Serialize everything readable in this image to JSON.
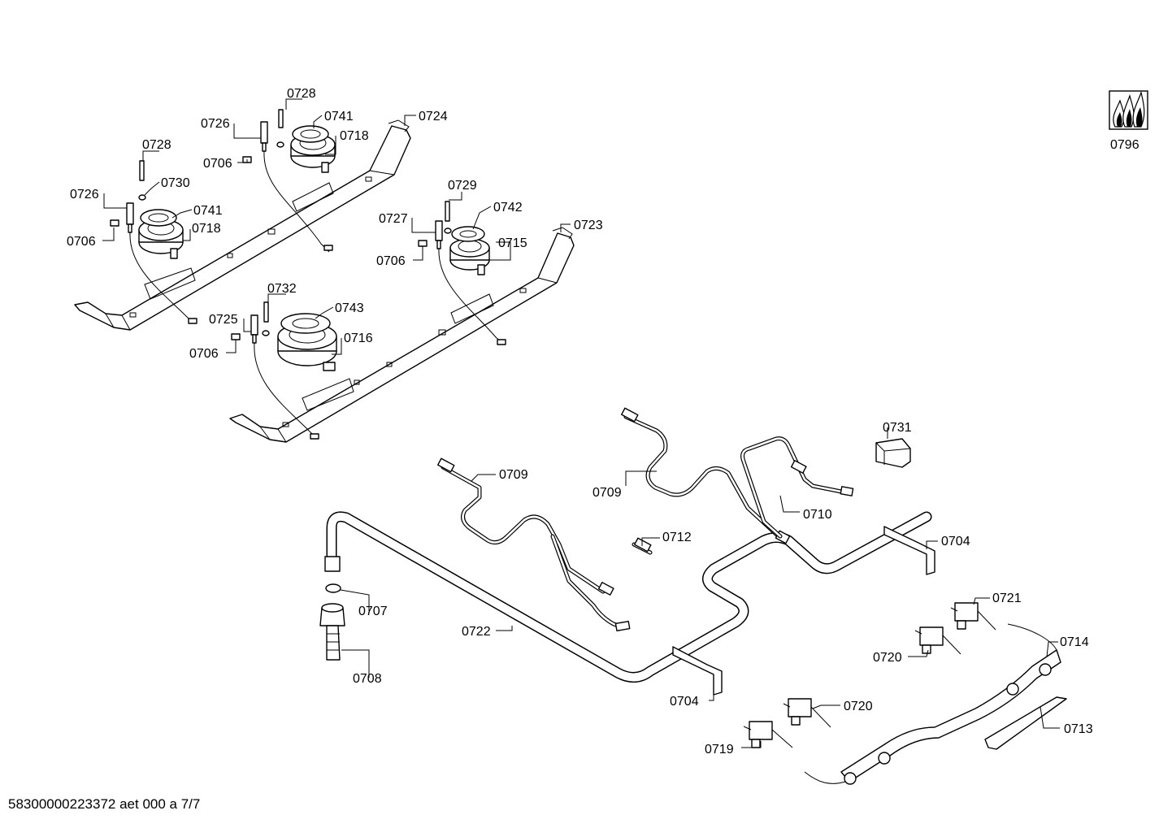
{
  "labels": {
    "l0728a": "0728",
    "l0741a": "0741",
    "l0726a": "0726",
    "l0718a": "0718",
    "l0724": "0724",
    "l0706a": "0706",
    "l0728b": "0728",
    "l0730": "0730",
    "l0726b": "0726",
    "l0741b": "0741",
    "l0718b": "0718",
    "l0706b": "0706",
    "l0729": "0729",
    "l0742": "0742",
    "l0727": "0727",
    "l0723": "0723",
    "l0715": "0715",
    "l0706c": "0706",
    "l0732": "0732",
    "l0743": "0743",
    "l0725": "0725",
    "l0716": "0716",
    "l0706d": "0706",
    "l0731": "0731",
    "l0709a": "0709",
    "l0709b": "0709",
    "l0710": "0710",
    "l0712": "0712",
    "l0704a": "0704",
    "l0707": "0707",
    "l0722": "0722",
    "l0721": "0721",
    "l0714": "0714",
    "l0720a": "0720",
    "l0708": "0708",
    "l0704b": "0704",
    "l0720b": "0720",
    "l0713": "0713",
    "l0719": "0719",
    "l0796": "0796"
  },
  "icons": {
    "flame_badge": "three-flames-icon"
  },
  "footer": {
    "doc_id": "58300000223372 aet 000 a 7/7"
  }
}
